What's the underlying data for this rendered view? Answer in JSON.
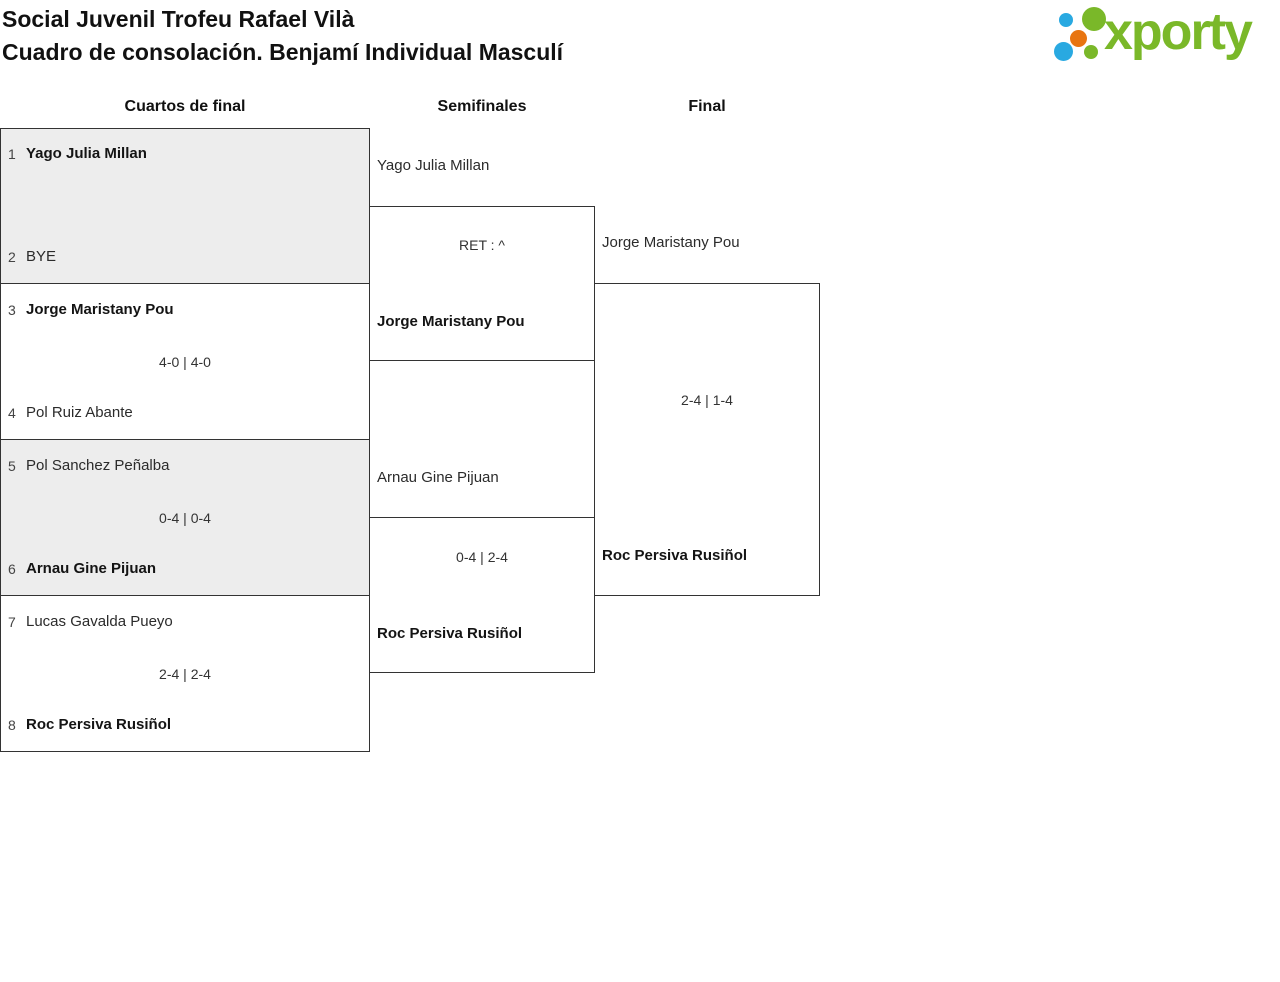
{
  "header": {
    "title_line1": "Social Juvenil Trofeu Rafael Vilà",
    "title_line2": "Cuadro de consolación. Benjamí Individual Masculí"
  },
  "logo": {
    "text": "xporty",
    "green": "#7ab829",
    "blue": "#29a9e1",
    "orange": "#e87511"
  },
  "colors": {
    "box_border": "#333333",
    "row_alt_background": "#ededed"
  },
  "rounds": {
    "quarterfinals": "Cuartos de final",
    "semifinals": "Semifinales",
    "final": "Final"
  },
  "quarterfinals": [
    {
      "seed1": "1",
      "player1": "Yago Julia Millan",
      "score": "",
      "seed2": "2",
      "player2": "BYE"
    },
    {
      "seed1": "3",
      "player1": "Jorge Maristany Pou",
      "score": "4-0 | 4-0",
      "seed2": "4",
      "player2": "Pol Ruiz Abante"
    },
    {
      "seed1": "5",
      "player1": "Pol Sanchez Peñalba",
      "score": "0-4 | 0-4",
      "seed2": "6",
      "player2": "Arnau Gine Pijuan"
    },
    {
      "seed1": "7",
      "player1": "Lucas Gavalda Pueyo",
      "score": "2-4 | 2-4",
      "seed2": "8",
      "player2": "Roc Persiva Rusiñol"
    }
  ],
  "semifinals": [
    {
      "player1": "Yago Julia Millan",
      "score": "RET : ^",
      "player2": "Jorge Maristany Pou"
    },
    {
      "player1": "Arnau Gine Pijuan",
      "score": "0-4 | 2-4",
      "player2": "Roc Persiva Rusiñol"
    }
  ],
  "final": {
    "player1": "Jorge Maristany Pou",
    "score": "2-4 | 1-4",
    "player2": "Roc Persiva Rusiñol"
  }
}
